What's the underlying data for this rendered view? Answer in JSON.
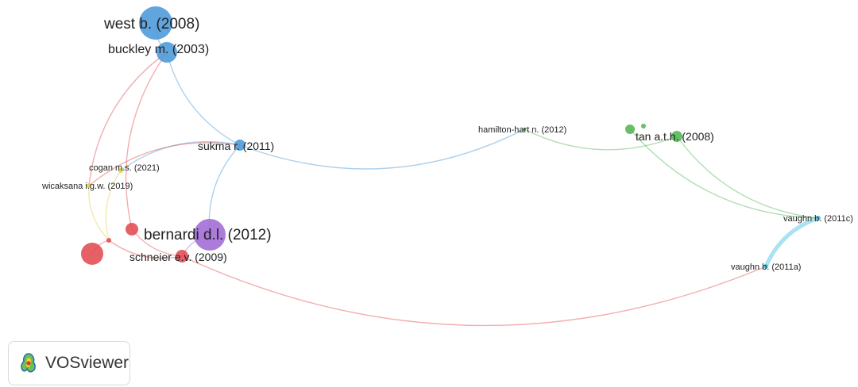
{
  "app": {
    "name": "VOSviewer",
    "logo_icon": "vosviewer-heatmap-logo-icon"
  },
  "colors": {
    "blue": "#4a98d8",
    "green": "#52b654",
    "red": "#e24b50",
    "purple": "#a06ad6",
    "cyan": "#41c1e4",
    "yellow": "#e0d14a"
  },
  "nodes": [
    {
      "id": "west",
      "label": "west b. (2008)",
      "cluster": "blue"
    },
    {
      "id": "buckley",
      "label": "buckley m. (2003)",
      "cluster": "blue"
    },
    {
      "id": "sukma",
      "label": "sukma r. (2011)",
      "cluster": "blue"
    },
    {
      "id": "cogan",
      "label": "cogan m.s. (2021)",
      "cluster": "yellow"
    },
    {
      "id": "wicaksana",
      "label": "wicaksana i.g.w. (2019)",
      "cluster": "yellow"
    },
    {
      "id": "bernardi",
      "label": "bernardi d.l. (2012)",
      "cluster": "purple"
    },
    {
      "id": "schneier",
      "label": "schneier e.v. (2009)",
      "cluster": "red"
    },
    {
      "id": "hamilton",
      "label": "hamilton-hart n. (2012)",
      "cluster": "green"
    },
    {
      "id": "tan",
      "label": "tan a.t.h. (2008)",
      "cluster": "green"
    },
    {
      "id": "vaughnc",
      "label": "vaughn b. (2011c)",
      "cluster": "cyan"
    },
    {
      "id": "vaughna",
      "label": "vaughn b. (2011a)",
      "cluster": "cyan"
    },
    {
      "id": "red_big",
      "label": "",
      "cluster": "red"
    },
    {
      "id": "red_mid",
      "label": "",
      "cluster": "red"
    },
    {
      "id": "red_small",
      "label": "",
      "cluster": "red"
    },
    {
      "id": "green_a",
      "label": "",
      "cluster": "green"
    },
    {
      "id": "green_b",
      "label": "",
      "cluster": "green"
    }
  ],
  "links": [
    {
      "source": "west",
      "target": "buckley",
      "cluster": "blue"
    },
    {
      "source": "buckley",
      "target": "sukma",
      "cluster": "blue"
    },
    {
      "source": "sukma",
      "target": "hamilton",
      "cluster": "blue"
    },
    {
      "source": "sukma",
      "target": "bernardi",
      "cluster": "blue"
    },
    {
      "source": "sukma",
      "target": "cogan",
      "cluster": "blue"
    },
    {
      "source": "sukma",
      "target": "wicaksana",
      "cluster": "red"
    },
    {
      "source": "buckley",
      "target": "wicaksana",
      "cluster": "red"
    },
    {
      "source": "buckley",
      "target": "red_mid",
      "cluster": "red"
    },
    {
      "source": "hamilton",
      "target": "tan",
      "cluster": "green"
    },
    {
      "source": "tan",
      "target": "vaughnc",
      "cluster": "green"
    },
    {
      "source": "green_a",
      "target": "vaughnc",
      "cluster": "green"
    },
    {
      "source": "vaughnc",
      "target": "vaughna",
      "cluster": "cyan"
    },
    {
      "source": "schneier",
      "target": "vaughna",
      "cluster": "red"
    },
    {
      "source": "wicaksana",
      "target": "red_small",
      "cluster": "yellow"
    },
    {
      "source": "cogan",
      "target": "red_small",
      "cluster": "yellow"
    },
    {
      "source": "red_small",
      "target": "red_big",
      "cluster": "red"
    },
    {
      "source": "red_small",
      "target": "schneier",
      "cluster": "red"
    },
    {
      "source": "red_mid",
      "target": "schneier",
      "cluster": "red"
    },
    {
      "source": "bernardi",
      "target": "schneier",
      "cluster": "purple"
    }
  ]
}
